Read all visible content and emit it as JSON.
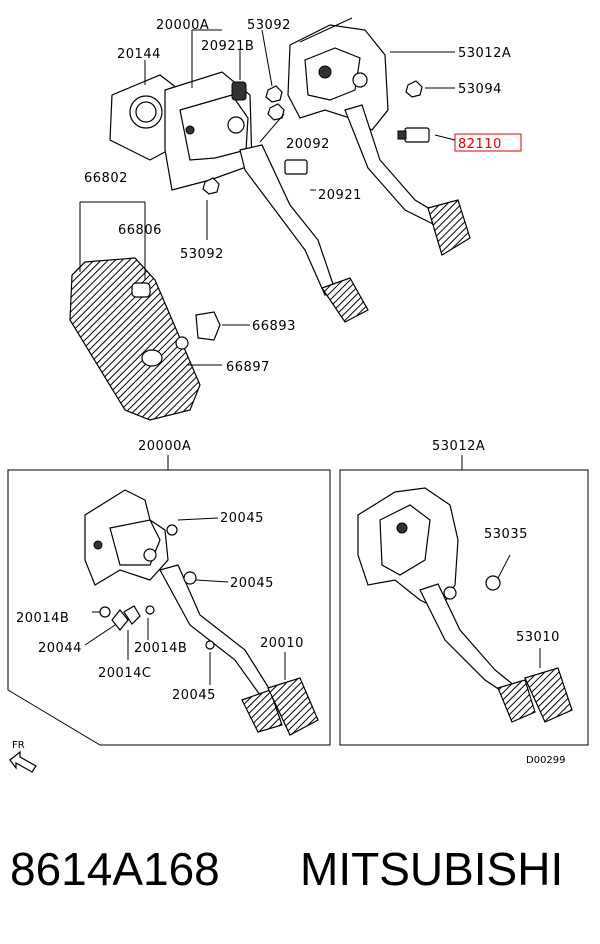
{
  "labels": {
    "p20000A_top": "20000A",
    "p53092_top": "53092",
    "p20144": "20144",
    "p20921B": "20921B",
    "p53012A_top": "53012A",
    "p53094": "53094",
    "p82110": "82110",
    "p20092": "20092",
    "p20921": "20921",
    "p66802": "66802",
    "p66806": "66806",
    "p53092_mid": "53092",
    "p66893": "66893",
    "p66897": "66897",
    "box_left_title": "20000A",
    "box_right_title": "53012A",
    "p20045_a": "20045",
    "p20045_b": "20045",
    "p20014B_a": "20014B",
    "p20044": "20044",
    "p20014B_b": "20014B",
    "p20014C": "20014C",
    "p20010": "20010",
    "p20045_c": "20045",
    "p53035": "53035",
    "p53010": "53010",
    "fr": "FR",
    "diagram_code": "D00299"
  },
  "footer": {
    "part_number": "8614A168",
    "brand": "MITSUBISHI"
  },
  "colors": {
    "highlight": "#dd0000",
    "line": "#000000"
  }
}
